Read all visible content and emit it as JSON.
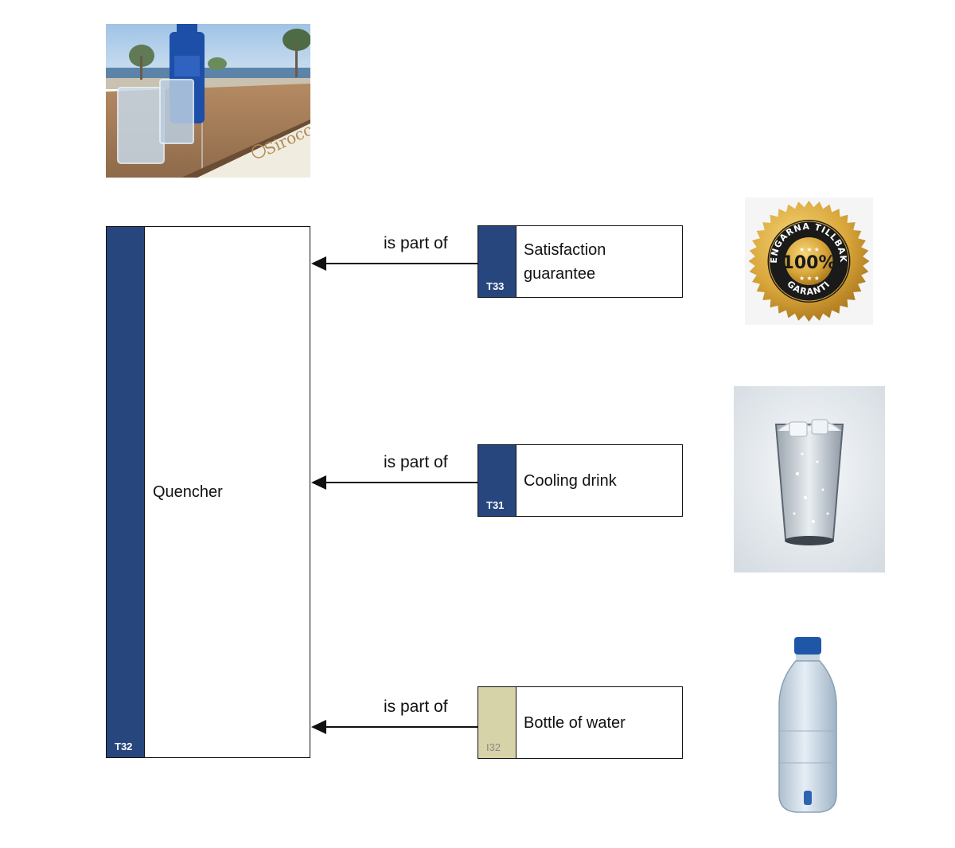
{
  "parent": {
    "code": "T32",
    "label": "Quencher"
  },
  "children": [
    {
      "code": "T33",
      "label": "Satisfaction guarantee",
      "kind": "type",
      "relation": "is part of"
    },
    {
      "code": "T31",
      "label": "Cooling drink",
      "kind": "type",
      "relation": "is part of"
    },
    {
      "code": "I32",
      "label": "Bottle of water",
      "kind": "instance",
      "relation": "is part of"
    }
  ],
  "badge": {
    "top_text": "PENGARNA TILLBAKA",
    "center_text": "100%",
    "bottom_text": "GARANTI"
  },
  "photo_menu_text": "Sirocco",
  "colors": {
    "type_band": "#27467d",
    "instance_band": "#d6d3a9",
    "badge_gold": "#d9a63a",
    "badge_black": "#1a1a1a"
  }
}
